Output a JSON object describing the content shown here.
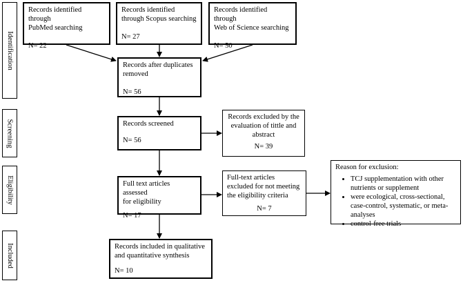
{
  "stages": [
    {
      "id": "identification",
      "label": "Identification"
    },
    {
      "id": "screening",
      "label": "Screening"
    },
    {
      "id": "eligibility",
      "label": "Eligibility"
    },
    {
      "id": "included",
      "label": "Included"
    }
  ],
  "boxes": {
    "pubmed": {
      "lines": [
        "Records identified through",
        "PubMed searching"
      ],
      "n": "N= 22"
    },
    "scopus": {
      "lines": [
        "Records identified",
        "through Scopus searching"
      ],
      "n": "N= 27"
    },
    "wos": {
      "lines": [
        "Records identified through",
        "Web of Science searching"
      ],
      "n": "N= 50"
    },
    "duplicates": {
      "lines": [
        "Records after duplicates",
        "removed"
      ],
      "n": "N= 56"
    },
    "screened": {
      "lines": [
        "Records screened"
      ],
      "n": "N= 56"
    },
    "excluded_title": {
      "lines": [
        "Records excluded by the",
        "evaluation of tittle and",
        "abstract"
      ],
      "n": "N= 39"
    },
    "fulltext": {
      "lines": [
        "Full text articles assessed",
        "for eligibility"
      ],
      "n": "N= 17"
    },
    "excluded_fulltext": {
      "lines": [
        "Full-text articles",
        "excluded for not meeting",
        "the eligibility criteria"
      ],
      "n": "N= 7"
    },
    "included": {
      "lines": [
        "Records included in qualitative",
        "and quantitative synthesis"
      ],
      "n": "N= 10"
    }
  },
  "reasons": {
    "title": "Reason for exclusion:",
    "items": [
      "TCJ supplementation with other nutrients or supplement",
      "were ecological, cross-sectional, case-control, systematic, or meta-analyses",
      "control-free trials"
    ]
  }
}
